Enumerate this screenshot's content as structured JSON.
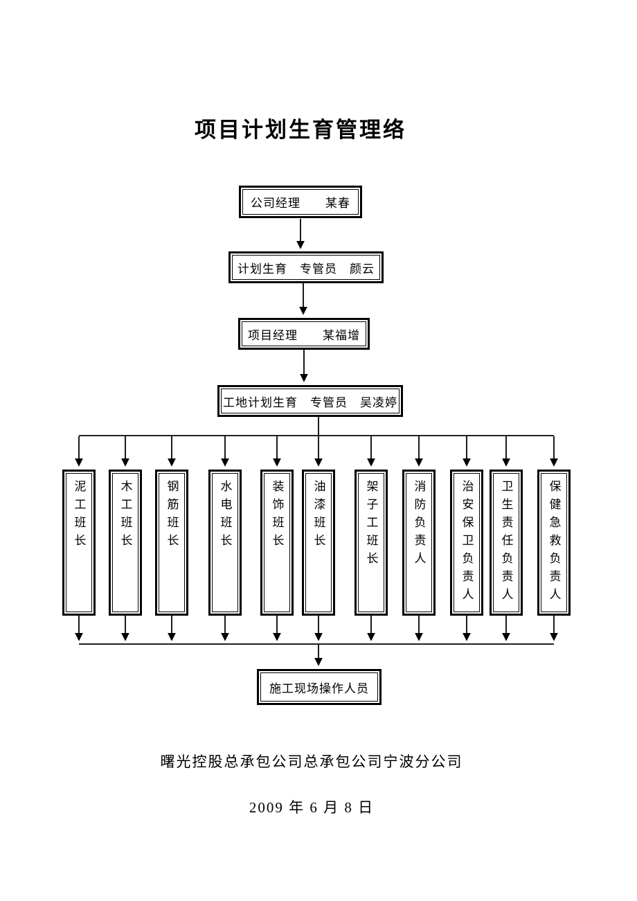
{
  "title": "项目计划生育管理络",
  "chain": [
    {
      "label": "公司经理　　某春"
    },
    {
      "label": "计划生育　专管员　颜云"
    },
    {
      "label": "项目经理　　某福增"
    },
    {
      "label": "工地计划生育　专管员　吴凌婷"
    }
  ],
  "branches": [
    {
      "label": "泥工班长"
    },
    {
      "label": "木工班长"
    },
    {
      "label": "钢筋班长"
    },
    {
      "label": "水电班长"
    },
    {
      "label": "装饰班长"
    },
    {
      "label": "油漆班长"
    },
    {
      "label": "架子工班长"
    },
    {
      "label": "消防负责人"
    },
    {
      "label": "治安保卫负责人"
    },
    {
      "label": "卫生责任负责人"
    },
    {
      "label": "保健急救负责人"
    }
  ],
  "sink": {
    "label": "施工现场操作人员"
  },
  "footer": {
    "company": "曙光控股总承包公司总承包公司宁波分公司",
    "date": "2009 年 6 月 8 日"
  },
  "colors": {
    "line": "#000000",
    "background": "#ffffff"
  }
}
